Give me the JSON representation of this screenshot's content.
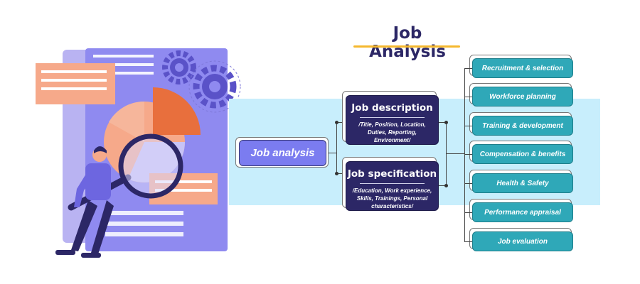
{
  "title": "Job Analysis",
  "colors": {
    "title": "#2c2766",
    "underline": "#f5b82e",
    "band": "#c8eefc",
    "job_analysis_box": "#7b7cf0",
    "dark_box": "#2c2766",
    "teal_box": "#2fa8b8"
  },
  "root": {
    "label": "Job analysis"
  },
  "middle": [
    {
      "title": "Job description",
      "detail": "/Title, Position, Location, Duties, Reporting, Environment/"
    },
    {
      "title": "Job specification",
      "detail": "/Education, Work experience, Skills, Trainings, Personal characteristics/"
    }
  ],
  "uses": [
    "Recruitment & selection",
    "Workforce planning",
    "Training & development",
    "Compensation & benefits",
    "Health & Safety",
    "Performance appraisal",
    "Job evaluation"
  ],
  "illustration": {
    "subject": "person-with-magnifying-glass",
    "icons": [
      "document-icon",
      "pie-chart-icon",
      "gear-icon",
      "gear-icon",
      "magnifying-glass-icon"
    ]
  }
}
